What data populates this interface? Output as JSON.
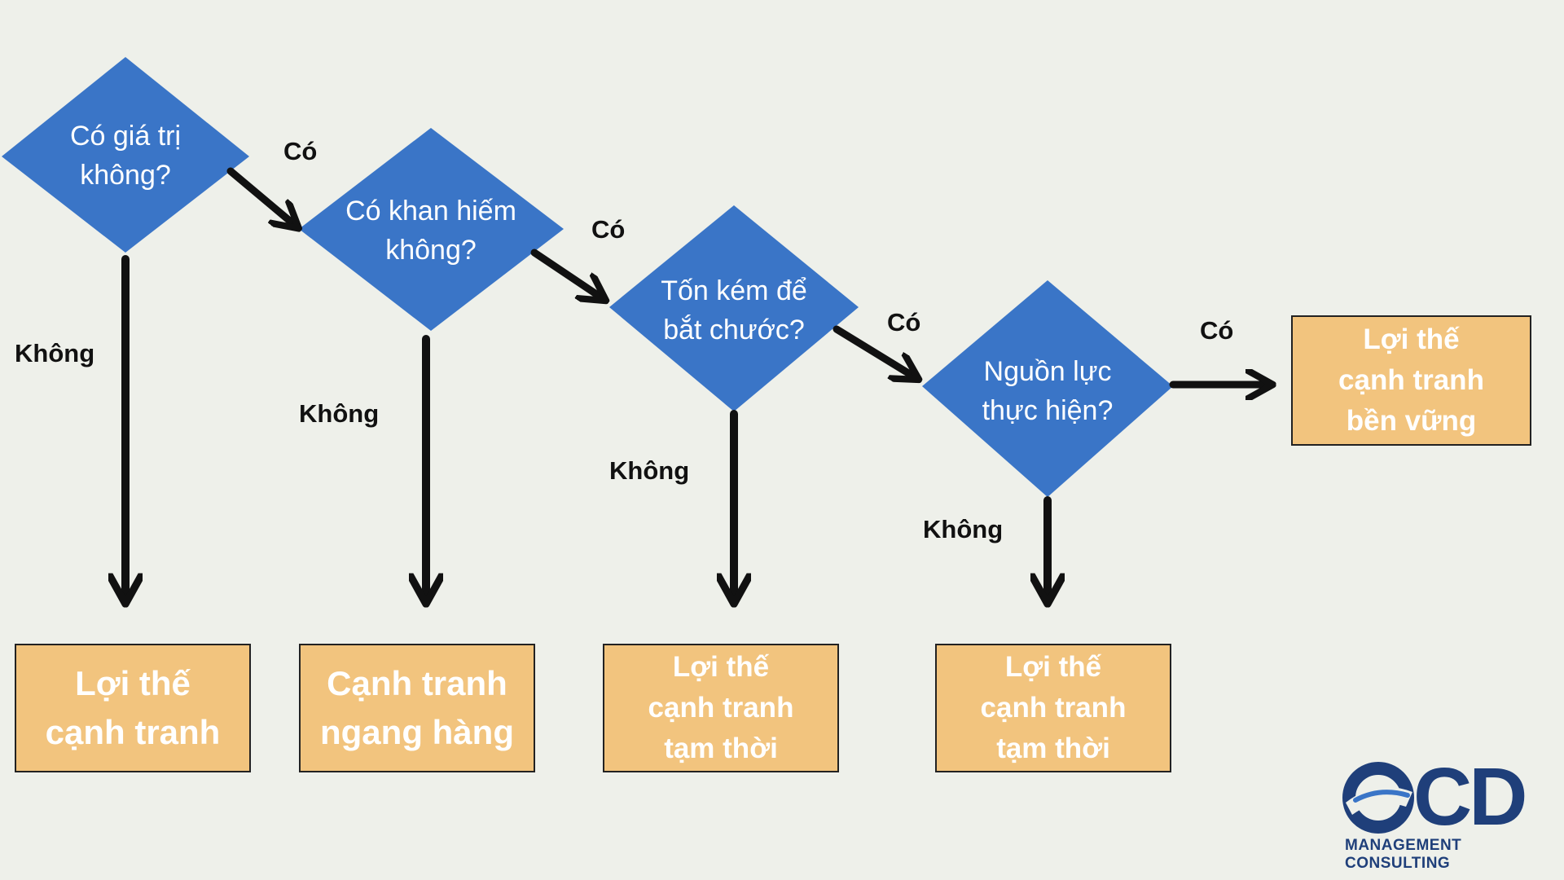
{
  "diagram": {
    "nodes": [
      {
        "id": "q1",
        "label": "Có giá trị\nkhông?"
      },
      {
        "id": "q2",
        "label": "Có khan hiếm\nkhông?"
      },
      {
        "id": "q3",
        "label": "Tốn kém để\nbắt chước?"
      },
      {
        "id": "q4",
        "label": "Nguồn lực\nthực hiện?"
      }
    ],
    "outcomes": [
      {
        "id": "o1",
        "label": "Lợi thế\ncạnh tranh"
      },
      {
        "id": "o2",
        "label": "Cạnh tranh\nngang hàng"
      },
      {
        "id": "o3",
        "label": "Lợi thế\ncạnh tranh\ntạm thời"
      },
      {
        "id": "o4",
        "label": "Lợi thế\ncạnh tranh\ntạm thời"
      },
      {
        "id": "o5",
        "label": "Lợi thế\ncạnh tranh\nbền vững"
      }
    ],
    "edges": [
      {
        "from": "q1",
        "to": "q2",
        "label": "Có"
      },
      {
        "from": "q2",
        "to": "q3",
        "label": "Có"
      },
      {
        "from": "q3",
        "to": "q4",
        "label": "Có"
      },
      {
        "from": "q4",
        "to": "o5",
        "label": "Có"
      },
      {
        "from": "q1",
        "to": "o1",
        "label": "Không"
      },
      {
        "from": "q2",
        "to": "o2",
        "label": "Không"
      },
      {
        "from": "q3",
        "to": "o3",
        "label": "Không"
      },
      {
        "from": "q4",
        "to": "o4",
        "label": "Không"
      }
    ]
  },
  "logo": {
    "mark": "CD",
    "tagline": "MANAGEMENT CONSULTING"
  },
  "colors": {
    "background": "#eef0ea",
    "diamond": "#3a75c7",
    "box": "#f2c47e",
    "arrow": "#111111",
    "logo": "#1f3f7a"
  }
}
